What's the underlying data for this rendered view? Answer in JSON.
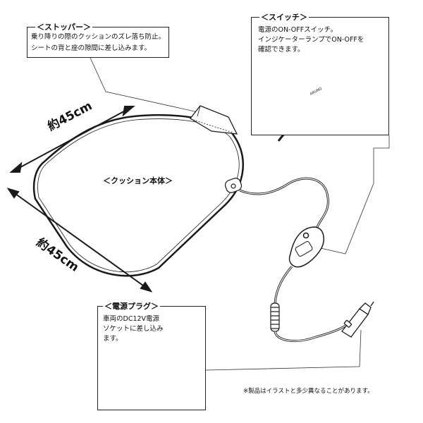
{
  "stopper": {
    "title": "＜ストッパー＞",
    "lines": [
      "乗り降りの際のクッションのズレ落ち防止。",
      "シートの背と座の隙間に差し込みます。"
    ]
  },
  "switch": {
    "title": "＜スイッチ＞",
    "lines": [
      "電源のON-OFFスイッチ。",
      "インジケーターランプでON-OFFを",
      "確認できます。"
    ],
    "brand": "ARUNO"
  },
  "cushion": {
    "body_label": "＜クッション本体＞",
    "width_label": "約45cm",
    "depth_label": "約45cm"
  },
  "plug": {
    "title": "＜電源プラグ＞",
    "lines": [
      "車両のDC12V電源",
      "ソケットに差し込み",
      "ます。"
    ]
  },
  "footnote": "※製品はイラストと多少異なることがあります。",
  "colors": {
    "line": "#1a1a1a",
    "box_border": "#222222",
    "fill": "#ffffff"
  }
}
